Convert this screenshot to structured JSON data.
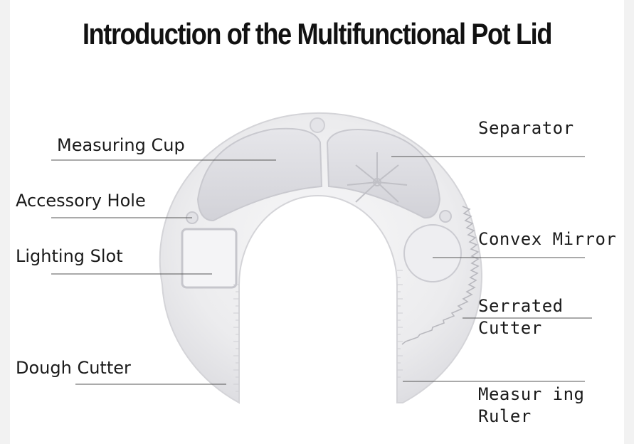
{
  "title": "Introduction of the Multifunctional Pot Lid",
  "labels": {
    "measuring_cup": "Measuring Cup",
    "accessory_hole": "Accessory Hole",
    "lighting_slot": "Lighting Slot",
    "dough_cutter": "Dough Cutter",
    "separator": "Separator",
    "convex_mirror": "Convex Mirror",
    "serrated_cutter_1": "Serrated",
    "serrated_cutter_2": "Cutter",
    "measuring_ruler_1": "Measur ing",
    "measuring_ruler_2": "Ruler"
  },
  "colors": {
    "lid_fill": "#ececee",
    "lid_edge": "#d6d6da",
    "leader_line": "#555555",
    "text": "#1a1a1a"
  }
}
